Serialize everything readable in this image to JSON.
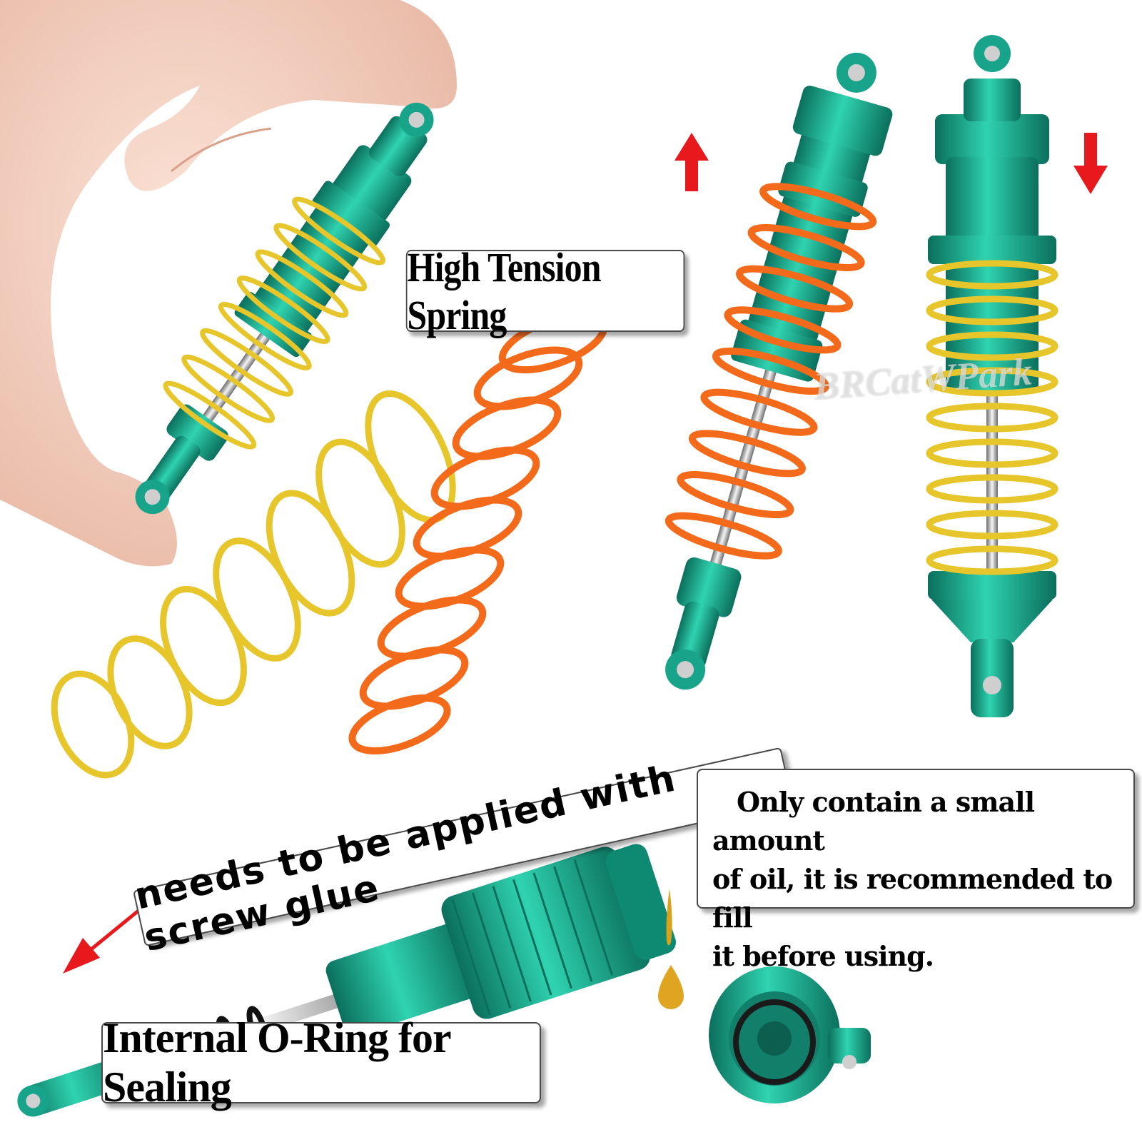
{
  "callouts": {
    "high_tension_spring": "High Tension Spring",
    "screw_glue": "needs to be applied with screw glue",
    "oil_lines": [
      "Only contain a small amount",
      "of oil, it is recommended to fill",
      "it before using."
    ],
    "oring": "Internal O-Ring for Sealing"
  },
  "watermark": "BRCatWPark",
  "colors": {
    "shock_green": "#17a48a",
    "spring_gold": "#e6c62a",
    "spring_orange": "#f36a1a",
    "arrow_red": "#e8191c"
  },
  "icons": {
    "up_arrow": "arrow-up-icon",
    "down_arrow": "arrow-down-icon",
    "pointer_arrow": "pointer-arrow-icon"
  }
}
